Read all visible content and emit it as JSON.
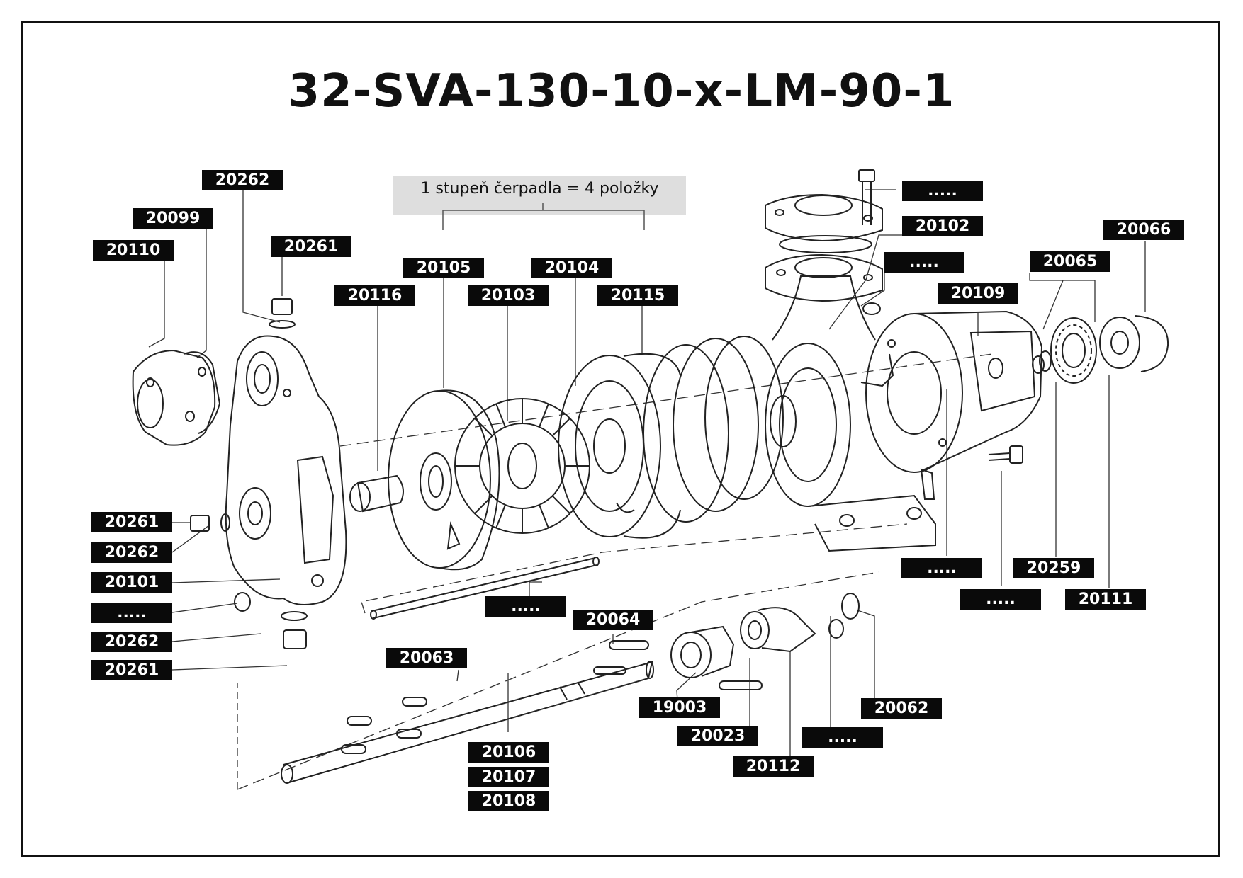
{
  "title": "32-SVA-130-10-x-LM-90-1",
  "stage_note": "1 stupeň čerpadla = 4 položky",
  "labels": {
    "l20262_top": "20262",
    "l20099": "20099",
    "l20110": "20110",
    "l20261_top": "20261",
    "l20116": "20116",
    "l20105": "20105",
    "l20103": "20103",
    "l20104": "20104",
    "l20115": "20115",
    "l_dots_bolt": ".....",
    "l20102": "20102",
    "l_dots_flange": ".....",
    "l20109": "20109",
    "l20065": "20065",
    "l20066": "20066",
    "l20261_mid": "20261",
    "l20262_mid": "20262",
    "l20101": "20101",
    "l_dots_nut": ".....",
    "l20262_low": "20262",
    "l20261_low": "20261",
    "l_dots_rod": ".....",
    "l20064": "20064",
    "l20063": "20063",
    "l20106": "20106",
    "l20107": "20107",
    "l20108": "20108",
    "l19003": "19003",
    "l20023": "20023",
    "l20112": "20112",
    "l_dots_washer": ".....",
    "l20062": "20062",
    "l_dots_foot": ".....",
    "l_dots_screw": ".....",
    "l20259": "20259",
    "l20111": "20111"
  }
}
